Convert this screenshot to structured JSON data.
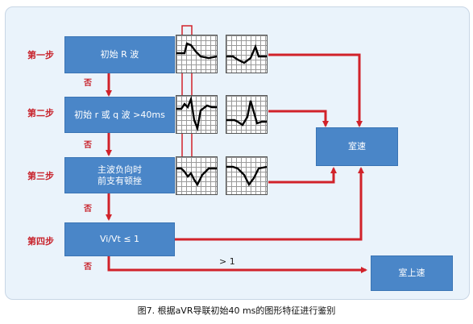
{
  "steps": [
    {
      "label": "第一步",
      "box": [
        "初始 R 波"
      ]
    },
    {
      "label": "第二步",
      "box": [
        "初始 r 或 q 波 >40ms"
      ]
    },
    {
      "label": "第三步",
      "box": [
        "主波负向时",
        "前支有顿挫"
      ]
    },
    {
      "label": "第四步",
      "box": [
        "Vi/Vt ≤ 1"
      ]
    }
  ],
  "no_label": "否",
  "outcomes": {
    "vt": "室速",
    "svt": "室上速"
  },
  "gt_label": "> 1",
  "caption": "图7. 根据aVR导联初始40 ms的图形特征进行鉴别",
  "colors": {
    "box": "#4a86c8",
    "arrow": "#d1222a",
    "frame": "#eaf3fb"
  }
}
